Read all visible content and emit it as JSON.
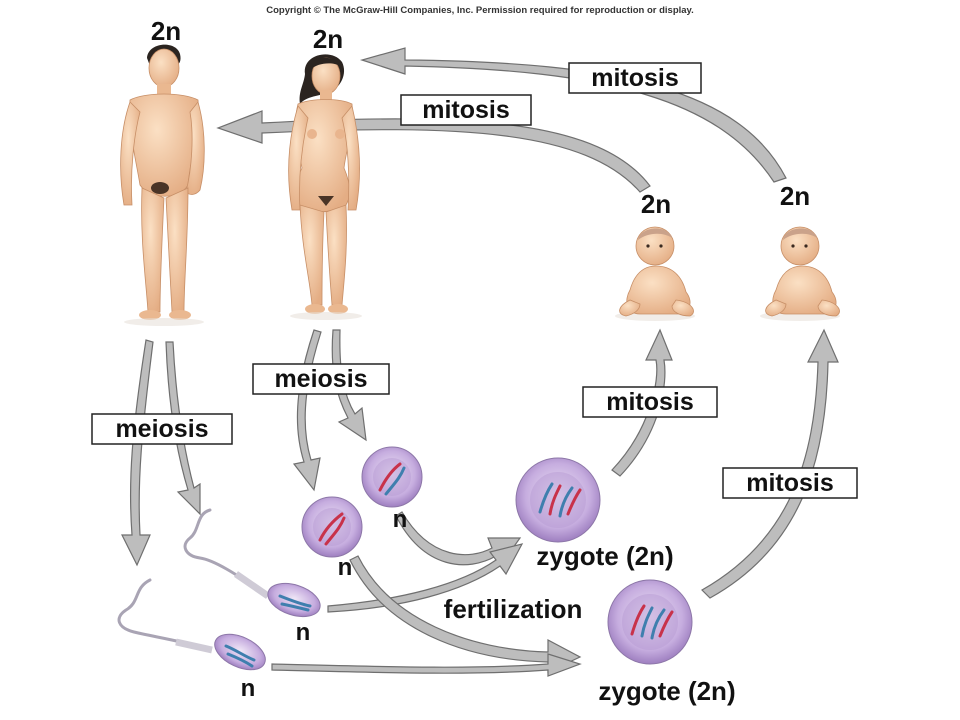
{
  "copyright": "Copyright © The McGraw-Hill Companies, Inc. Permission required for reproduction or display.",
  "labels": {
    "ploidy_male": "2n",
    "ploidy_female": "2n",
    "ploidy_baby_1": "2n",
    "ploidy_baby_2": "2n",
    "mitosis_top": "mitosis",
    "mitosis_upper": "mitosis",
    "meiosis_male": "meiosis",
    "meiosis_female": "meiosis",
    "mitosis_lower_left": "mitosis",
    "mitosis_lower_right": "mitosis",
    "egg_n_1": "n",
    "egg_n_2": "n",
    "sperm_n_1": "n",
    "sperm_n_2": "n",
    "zygote_1": "zygote (2n)",
    "zygote_2": "zygote (2n)",
    "fertilization": "fertilization"
  },
  "colors": {
    "arrow_fill": "#bdbdbd",
    "arrow_stroke": "#6f6f6f",
    "skin": "#f3c9a2",
    "skin_shade": "#d9a27a",
    "hair": "#2b2420",
    "cell_outer": "#d9cfe8",
    "cell_inner": "#b79bd3",
    "chromosome_red": "#c8324a",
    "chromosome_blue": "#3f7fae",
    "box_stroke": "#222222"
  }
}
